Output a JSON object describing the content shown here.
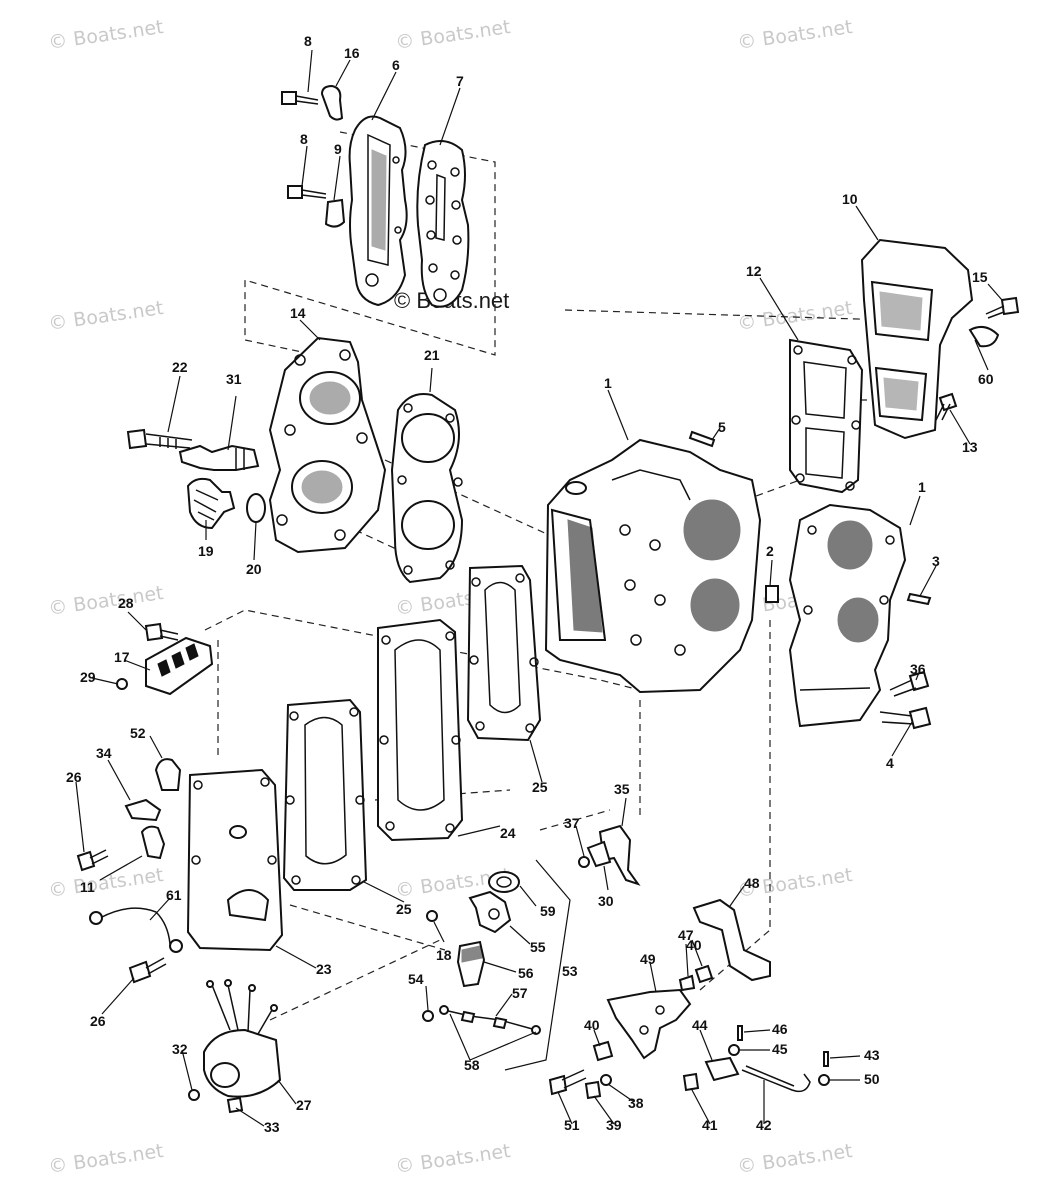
{
  "watermark": "© Boats.net",
  "center_watermark": "© Boats.net",
  "callouts": [
    {
      "id": "8a",
      "text": "8"
    },
    {
      "id": "16",
      "text": "16"
    },
    {
      "id": "6",
      "text": "6"
    },
    {
      "id": "7",
      "text": "7"
    },
    {
      "id": "8b",
      "text": "8"
    },
    {
      "id": "9",
      "text": "9"
    },
    {
      "id": "10",
      "text": "10"
    },
    {
      "id": "15",
      "text": "15"
    },
    {
      "id": "12",
      "text": "12"
    },
    {
      "id": "14",
      "text": "14"
    },
    {
      "id": "60",
      "text": "60"
    },
    {
      "id": "22",
      "text": "22"
    },
    {
      "id": "31",
      "text": "31"
    },
    {
      "id": "21",
      "text": "21"
    },
    {
      "id": "1a",
      "text": "1"
    },
    {
      "id": "5",
      "text": "5"
    },
    {
      "id": "13",
      "text": "13"
    },
    {
      "id": "19",
      "text": "19"
    },
    {
      "id": "20",
      "text": "20"
    },
    {
      "id": "1b",
      "text": "1"
    },
    {
      "id": "2",
      "text": "2"
    },
    {
      "id": "3",
      "text": "3"
    },
    {
      "id": "28",
      "text": "28"
    },
    {
      "id": "17",
      "text": "17"
    },
    {
      "id": "29",
      "text": "29"
    },
    {
      "id": "36",
      "text": "36"
    },
    {
      "id": "4",
      "text": "4"
    },
    {
      "id": "52",
      "text": "52"
    },
    {
      "id": "34",
      "text": "34"
    },
    {
      "id": "26a",
      "text": "26"
    },
    {
      "id": "25a",
      "text": "25"
    },
    {
      "id": "35",
      "text": "35"
    },
    {
      "id": "24",
      "text": "24"
    },
    {
      "id": "37",
      "text": "37"
    },
    {
      "id": "11",
      "text": "11"
    },
    {
      "id": "25b",
      "text": "25"
    },
    {
      "id": "30",
      "text": "30"
    },
    {
      "id": "61",
      "text": "61"
    },
    {
      "id": "59",
      "text": "59"
    },
    {
      "id": "48",
      "text": "48"
    },
    {
      "id": "18",
      "text": "18"
    },
    {
      "id": "55",
      "text": "55"
    },
    {
      "id": "47",
      "text": "47"
    },
    {
      "id": "40a",
      "text": "40"
    },
    {
      "id": "23",
      "text": "23"
    },
    {
      "id": "49",
      "text": "49"
    },
    {
      "id": "56",
      "text": "56"
    },
    {
      "id": "53",
      "text": "53"
    },
    {
      "id": "54",
      "text": "54"
    },
    {
      "id": "57",
      "text": "57"
    },
    {
      "id": "26b",
      "text": "26"
    },
    {
      "id": "40b",
      "text": "40"
    },
    {
      "id": "44",
      "text": "44"
    },
    {
      "id": "46",
      "text": "46"
    },
    {
      "id": "45",
      "text": "45"
    },
    {
      "id": "32",
      "text": "32"
    },
    {
      "id": "58",
      "text": "58"
    },
    {
      "id": "43",
      "text": "43"
    },
    {
      "id": "50",
      "text": "50"
    },
    {
      "id": "27",
      "text": "27"
    },
    {
      "id": "38",
      "text": "38"
    },
    {
      "id": "33",
      "text": "33"
    },
    {
      "id": "51",
      "text": "51"
    },
    {
      "id": "39",
      "text": "39"
    },
    {
      "id": "41",
      "text": "41"
    },
    {
      "id": "42",
      "text": "42"
    }
  ]
}
